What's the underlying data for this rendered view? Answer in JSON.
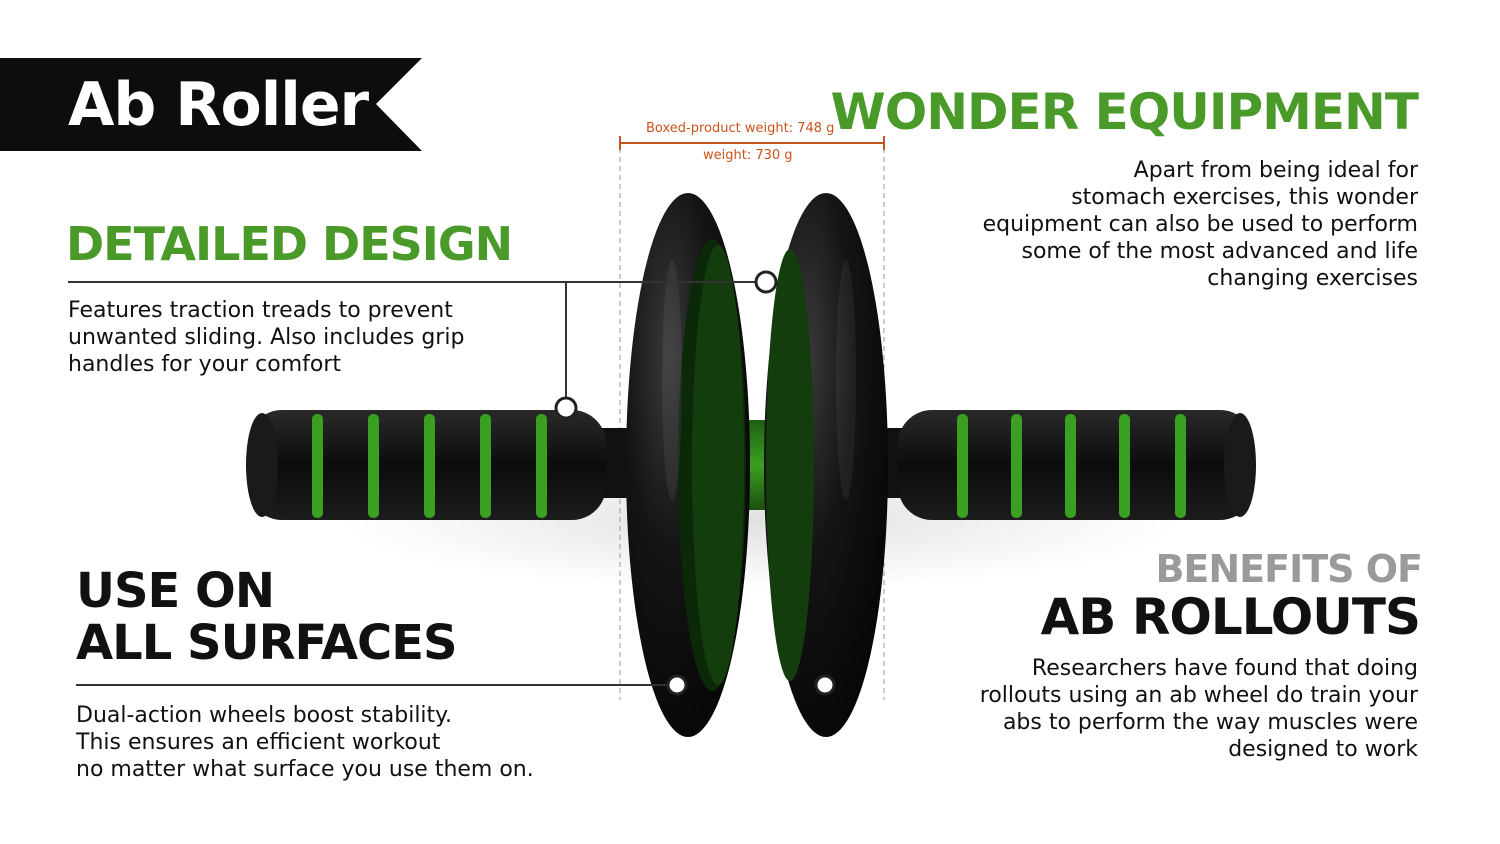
{
  "title": "Ab Roller",
  "dimensions": {
    "boxed_weight": "Boxed-product weight: 748 g",
    "weight": "weight: 730 g"
  },
  "detailed_design": {
    "heading": "DETAILED DESIGN",
    "lines": [
      "Features traction treads to prevent",
      "unwanted sliding. Also includes grip",
      "handles for your comfort"
    ]
  },
  "wonder_equipment": {
    "heading": "WONDER EQUIPMENT",
    "lines": [
      "Apart from being ideal for",
      "stomach exercises, this wonder",
      "equipment can also be used to perform",
      "some of the most advanced and life",
      "changing exercises"
    ]
  },
  "use_on_all_surfaces": {
    "heading_line1": "USE ON",
    "heading_line2": "ALL SURFACES",
    "lines": [
      "Dual-action wheels boost stability.",
      "This ensures an efficient workout",
      "no matter what surface you use them on."
    ]
  },
  "benefits": {
    "heading_gray": "BENEFITS OF",
    "heading_black": "AB ROLLOUTS",
    "lines": [
      "Researchers have found that doing",
      "rollouts using an ab wheel do train your",
      "abs to perform the way muscles were",
      "designed to work"
    ]
  },
  "colors": {
    "accent_green": "#4a9a2a",
    "dimension_orange": "#c8541e",
    "banner_black": "#0d0d0d"
  }
}
